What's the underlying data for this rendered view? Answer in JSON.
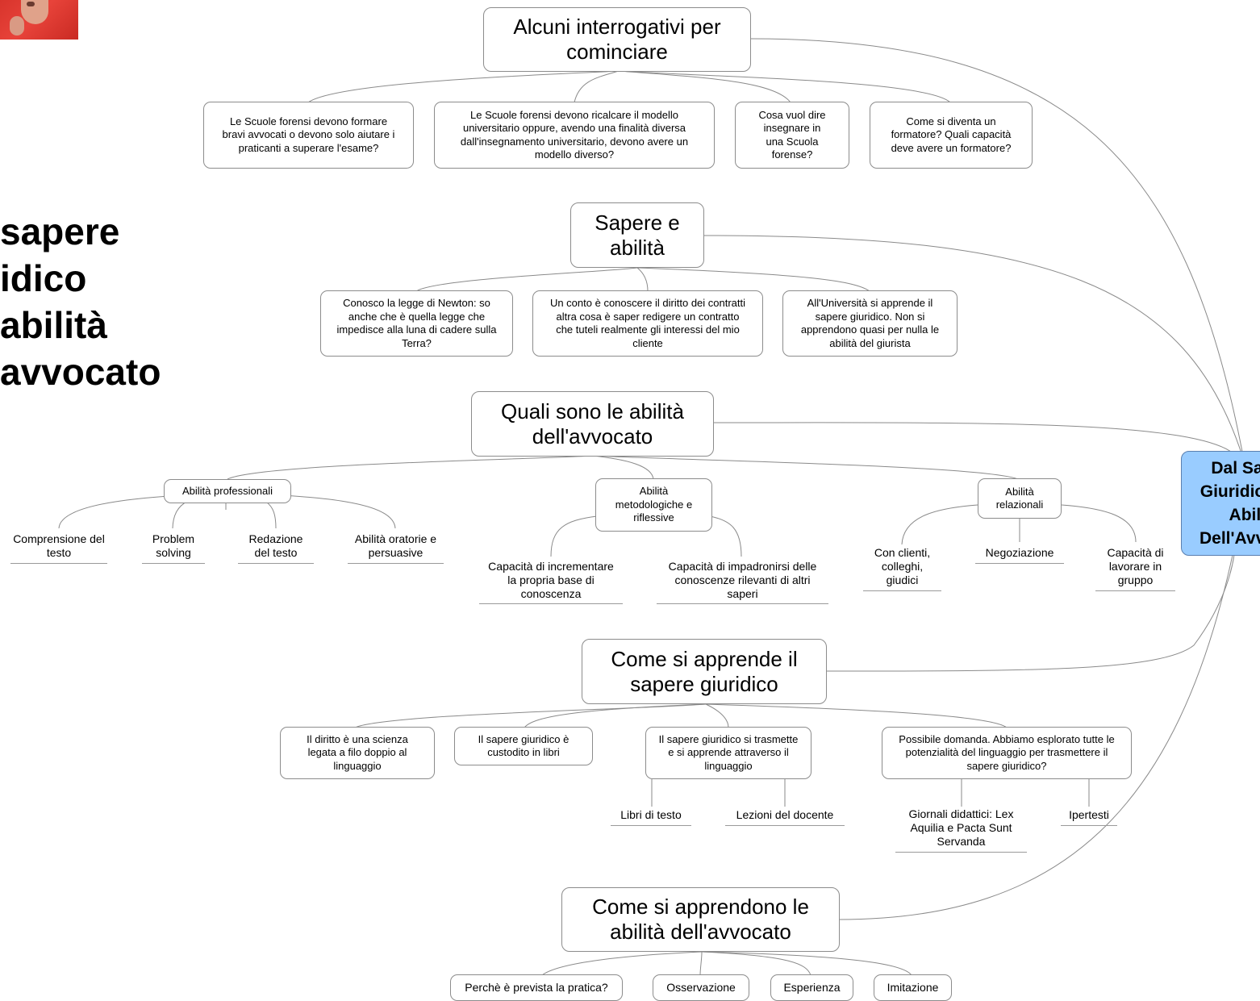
{
  "left_title": [
    "sapere",
    "idico",
    "abilità",
    "avvocato"
  ],
  "root": {
    "label": "Dal Sapere Giuridico Alle Abilità Dell'Avvocato",
    "color": "#99ccff"
  },
  "sections": [
    {
      "title": "Alcuni interrogativi per cominciare",
      "children": [
        "Le Scuole forensi devono formare bravi avvocati o devono solo aiutare i praticanti a superare l'esame?",
        "Le Scuole forensi devono ricalcare il modello universitario oppure, avendo una finalità diversa dall'insegnamento universitario, devono avere un modello diverso?",
        "Cosa vuol dire insegnare in una Scuola forense?",
        "Come si diventa un formatore? Quali capacità deve avere un formatore?"
      ]
    },
    {
      "title": "Sapere e abilità",
      "children": [
        "Conosco la legge di Newton: so anche che è quella legge che impedisce alla luna di cadere sulla Terra?",
        "Un conto è conoscere il diritto dei contratti altra cosa è saper redigere un contratto che tuteli realmente gli interessi del mio cliente",
        "All'Università si apprende il sapere giuridico. Non si apprendono quasi per nulla le abilità del giurista"
      ]
    },
    {
      "title": "Quali sono le abilità dell'avvocato",
      "groups": [
        {
          "label": "Abilità professionali",
          "leaves": [
            "Comprensione del testo",
            "Problem solving",
            "Redazione del testo",
            "Abilità oratorie e persuasive"
          ]
        },
        {
          "label": "Abilità metodologiche e riflessive",
          "leaves": [
            "Capacità di incrementare la propria base di conoscenza",
            "Capacità di impadronirsi delle conoscenze rilevanti di altri saperi"
          ]
        },
        {
          "label": "Abilità relazionali",
          "leaves": [
            "Con clienti, colleghi, giudici",
            "Negoziazione",
            "Capacità di lavorare in gruppo"
          ]
        }
      ]
    },
    {
      "title": "Come si apprende il sapere giuridico",
      "children": [
        "Il diritto è una scienza legata a filo doppio al linguaggio",
        "Il sapere giuridico è custodito in libri",
        "Il sapere giuridico si trasmette e si apprende attraverso il linguaggio",
        "Possibile domanda. Abbiamo esplorato tutte le potenzialità del linguaggio per trasmettere il sapere giuridico?"
      ],
      "leaves_a": [
        "Libri di testo",
        "Lezioni del docente"
      ],
      "leaves_b": [
        "Giornali didattici: Lex Aquilia e Pacta Sunt Servanda",
        "Ipertesti"
      ]
    },
    {
      "title": "Come si apprendono le abilità dell'avvocato",
      "children": [
        "Perchè è prevista  la pratica?",
        "Osservazione",
        "Esperienza",
        "Imitazione"
      ]
    }
  ]
}
